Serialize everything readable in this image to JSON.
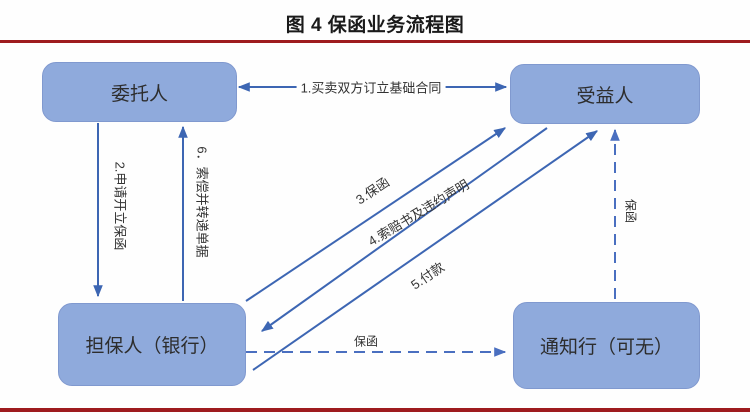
{
  "title": "图 4 保函业务流程图",
  "colors": {
    "box_fill": "#8FAADC",
    "arrow": "#3D66B3",
    "dashed_arrow": "#4A6FC0",
    "rule": "#9E1B1E"
  },
  "nodes": {
    "principal": {
      "label": "委托人"
    },
    "beneficiary": {
      "label": "受益人"
    },
    "guarantor": {
      "label": "担保人（银行）"
    },
    "advising_bank": {
      "label": "通知行（可无）"
    }
  },
  "edges": {
    "contract": {
      "label": "1.买卖双方订立基础合同"
    },
    "apply": {
      "label": "2.申请开立保函"
    },
    "claim_forward": {
      "label": "6．索偿并转递单据"
    },
    "guarantee": {
      "label": "3.保函"
    },
    "claim_docs": {
      "label": "4.索赔书及违约声明"
    },
    "payment": {
      "label": "5.付款"
    },
    "guarantee_to_advising": {
      "label": "保函"
    },
    "guarantee_advising_to_beneficiary": {
      "label": "保函"
    }
  }
}
